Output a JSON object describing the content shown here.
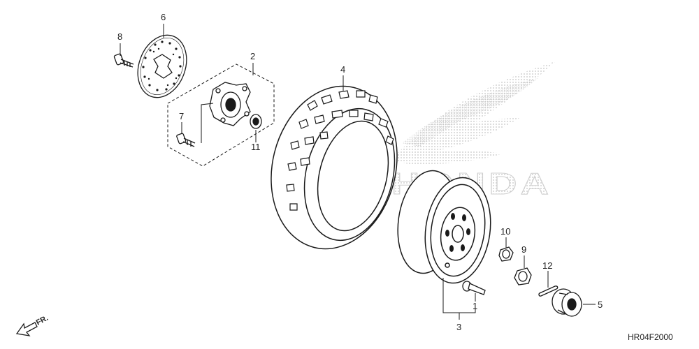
{
  "diagram": {
    "watermark_text": "HONDA",
    "front_label": "FR.",
    "code": "HR04F2000",
    "callouts": [
      {
        "id": "8",
        "part": "bolt"
      },
      {
        "id": "6",
        "part": "brake-disc"
      },
      {
        "id": "2",
        "part": "hub-assembly"
      },
      {
        "id": "7",
        "part": "hub-bolt"
      },
      {
        "id": "11",
        "part": "hub-nut"
      },
      {
        "id": "4",
        "part": "tire"
      },
      {
        "id": "10",
        "part": "wheel-nut"
      },
      {
        "id": "9",
        "part": "cap-nut"
      },
      {
        "id": "12",
        "part": "cotter-pin"
      },
      {
        "id": "5",
        "part": "castle-nut"
      },
      {
        "id": "1",
        "part": "valve-stem"
      },
      {
        "id": "3",
        "part": "wheel-rim"
      }
    ]
  },
  "colors": {
    "line": "#1a1a1a",
    "watermark": "#c8c8c8"
  }
}
